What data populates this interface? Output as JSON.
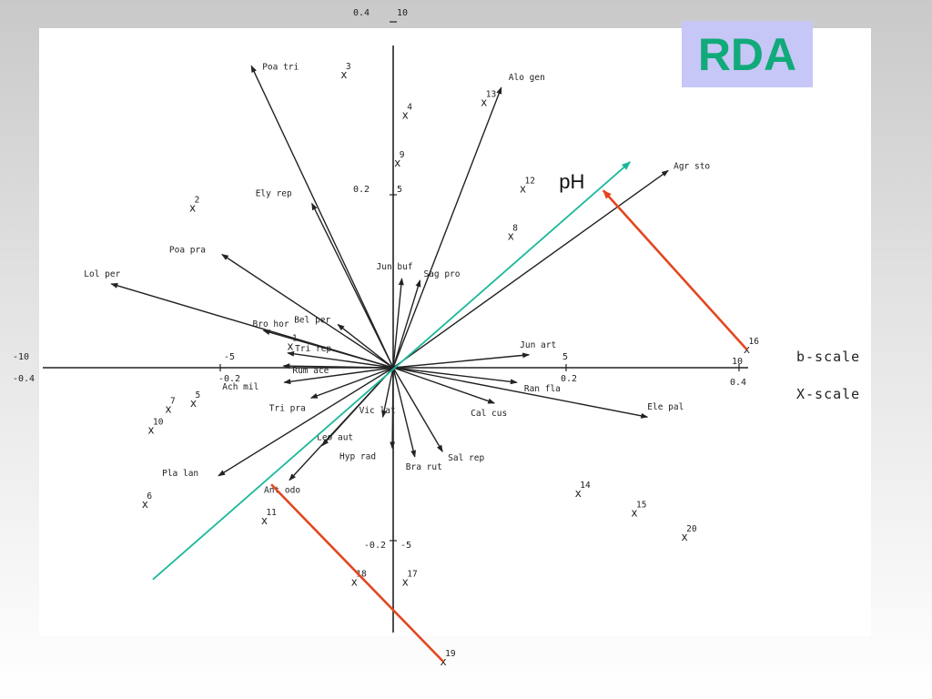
{
  "slide": {
    "title": "RDA",
    "title_color": "#11aa7a",
    "title_bg": "#c6c7f7"
  },
  "chart_data": {
    "type": "scatter",
    "title": "RDA",
    "origin": [
      432,
      404
    ],
    "axes": {
      "ticks": [
        {
          "text": "0.4",
          "x": 0,
          "y": 0.4
        },
        {
          "text": "10",
          "x": 0,
          "y": 0.4
        },
        {
          "text": "0.2",
          "x": 0,
          "y": 0.2
        },
        {
          "text": "5",
          "x": 0,
          "y": 0.2
        },
        {
          "text": "-0.2",
          "x": 0,
          "y": -0.2
        },
        {
          "text": "-5",
          "x": 0,
          "y": -0.2
        },
        {
          "text": "-10",
          "x": -0.4,
          "y": 0
        },
        {
          "text": "-0.4",
          "x": -0.4,
          "y": 0
        },
        {
          "text": "-5",
          "x": -0.2,
          "y": 0
        },
        {
          "text": "-0.2",
          "x": -0.2,
          "y": 0
        },
        {
          "text": "5",
          "x": 0.2,
          "y": 0
        },
        {
          "text": "0.2",
          "x": 0.2,
          "y": 0
        },
        {
          "text": "10",
          "x": 0.4,
          "y": 0
        },
        {
          "text": "0.4",
          "x": 0.4,
          "y": 0
        }
      ],
      "scale_labels": [
        "b-scale",
        "X-scale"
      ]
    },
    "species": [
      {
        "label": "Poa tri",
        "x": -0.164,
        "y": 0.349
      },
      {
        "label": "Alo gen",
        "x": 0.125,
        "y": 0.324
      },
      {
        "label": "Agr sto",
        "x": 0.318,
        "y": 0.228
      },
      {
        "label": "Ely rep",
        "x": -0.094,
        "y": 0.19
      },
      {
        "label": "Poa pra",
        "x": -0.198,
        "y": 0.131
      },
      {
        "label": "Lol per",
        "x": -0.326,
        "y": 0.097
      },
      {
        "label": "Jun buf",
        "x": 0.01,
        "y": 0.103
      },
      {
        "label": "Sag pro",
        "x": 0.031,
        "y": 0.101
      },
      {
        "label": "Bel per",
        "x": -0.064,
        "y": 0.05
      },
      {
        "label": "Bro hor",
        "x": -0.15,
        "y": 0.043
      },
      {
        "label": "Tri rep",
        "x": -0.122,
        "y": 0.017
      },
      {
        "label": "Rum ace",
        "x": -0.127,
        "y": 0.002
      },
      {
        "label": "Ach mil",
        "x": -0.126,
        "y": -0.017
      },
      {
        "label": "Tri pra",
        "x": -0.095,
        "y": -0.035
      },
      {
        "label": "Leo aut",
        "x": -0.082,
        "y": -0.09
      },
      {
        "label": "Pla lan",
        "x": -0.202,
        "y": -0.125
      },
      {
        "label": "Ant odo",
        "x": -0.12,
        "y": -0.13
      },
      {
        "label": "Vic lat",
        "x": -0.012,
        "y": -0.057
      },
      {
        "label": "Hyp rad",
        "x": -0.001,
        "y": -0.093
      },
      {
        "label": "Bra rut",
        "x": 0.025,
        "y": -0.103
      },
      {
        "label": "Sal rep",
        "x": 0.057,
        "y": -0.097
      },
      {
        "label": "Cal cus",
        "x": 0.117,
        "y": -0.041
      },
      {
        "label": "Ran fla",
        "x": 0.143,
        "y": -0.017
      },
      {
        "label": "Ele pal",
        "x": 0.294,
        "y": -0.057
      },
      {
        "label": "Jun art",
        "x": 0.157,
        "y": 0.015
      }
    ],
    "samples": [
      {
        "label": "1",
        "x": -0.119,
        "y": 0.025
      },
      {
        "label": "2",
        "x": -0.232,
        "y": 0.185
      },
      {
        "label": "3",
        "x": -0.057,
        "y": 0.339
      },
      {
        "label": "4",
        "x": 0.014,
        "y": 0.292
      },
      {
        "label": "5",
        "x": -0.231,
        "y": -0.041
      },
      {
        "label": "6",
        "x": -0.287,
        "y": -0.158
      },
      {
        "label": "7",
        "x": -0.26,
        "y": -0.048
      },
      {
        "label": "8",
        "x": 0.136,
        "y": 0.152
      },
      {
        "label": "9",
        "x": 0.005,
        "y": 0.237
      },
      {
        "label": "10",
        "x": -0.28,
        "y": -0.072
      },
      {
        "label": "11",
        "x": -0.149,
        "y": -0.177
      },
      {
        "label": "12",
        "x": 0.15,
        "y": 0.207
      },
      {
        "label": "13",
        "x": 0.105,
        "y": 0.307
      },
      {
        "label": "14",
        "x": 0.214,
        "y": -0.145
      },
      {
        "label": "15",
        "x": 0.279,
        "y": -0.168
      },
      {
        "label": "16",
        "x": 0.409,
        "y": 0.021
      },
      {
        "label": "17",
        "x": 0.014,
        "y": -0.248
      },
      {
        "label": "18",
        "x": -0.045,
        "y": -0.248
      },
      {
        "label": "19",
        "x": 0.058,
        "y": -0.34
      },
      {
        "label": "20",
        "x": 0.337,
        "y": -0.196
      }
    ],
    "environmental_vector": {
      "label": "pH",
      "color": "#1ab89a",
      "from": {
        "x": -0.278,
        "y": -0.245
      },
      "to": {
        "x": 0.274,
        "y": 0.238
      }
    },
    "projection_lines": [
      {
        "from": {
          "x": 0.409,
          "y": 0.021
        },
        "to": {
          "x": 0.243,
          "y": 0.205
        },
        "color": "#e2461f",
        "arrow": true
      },
      {
        "from": {
          "x": 0.058,
          "y": -0.34
        },
        "to": {
          "x": -0.141,
          "y": -0.135
        },
        "color": "#e2461f",
        "arrow": false
      }
    ]
  }
}
